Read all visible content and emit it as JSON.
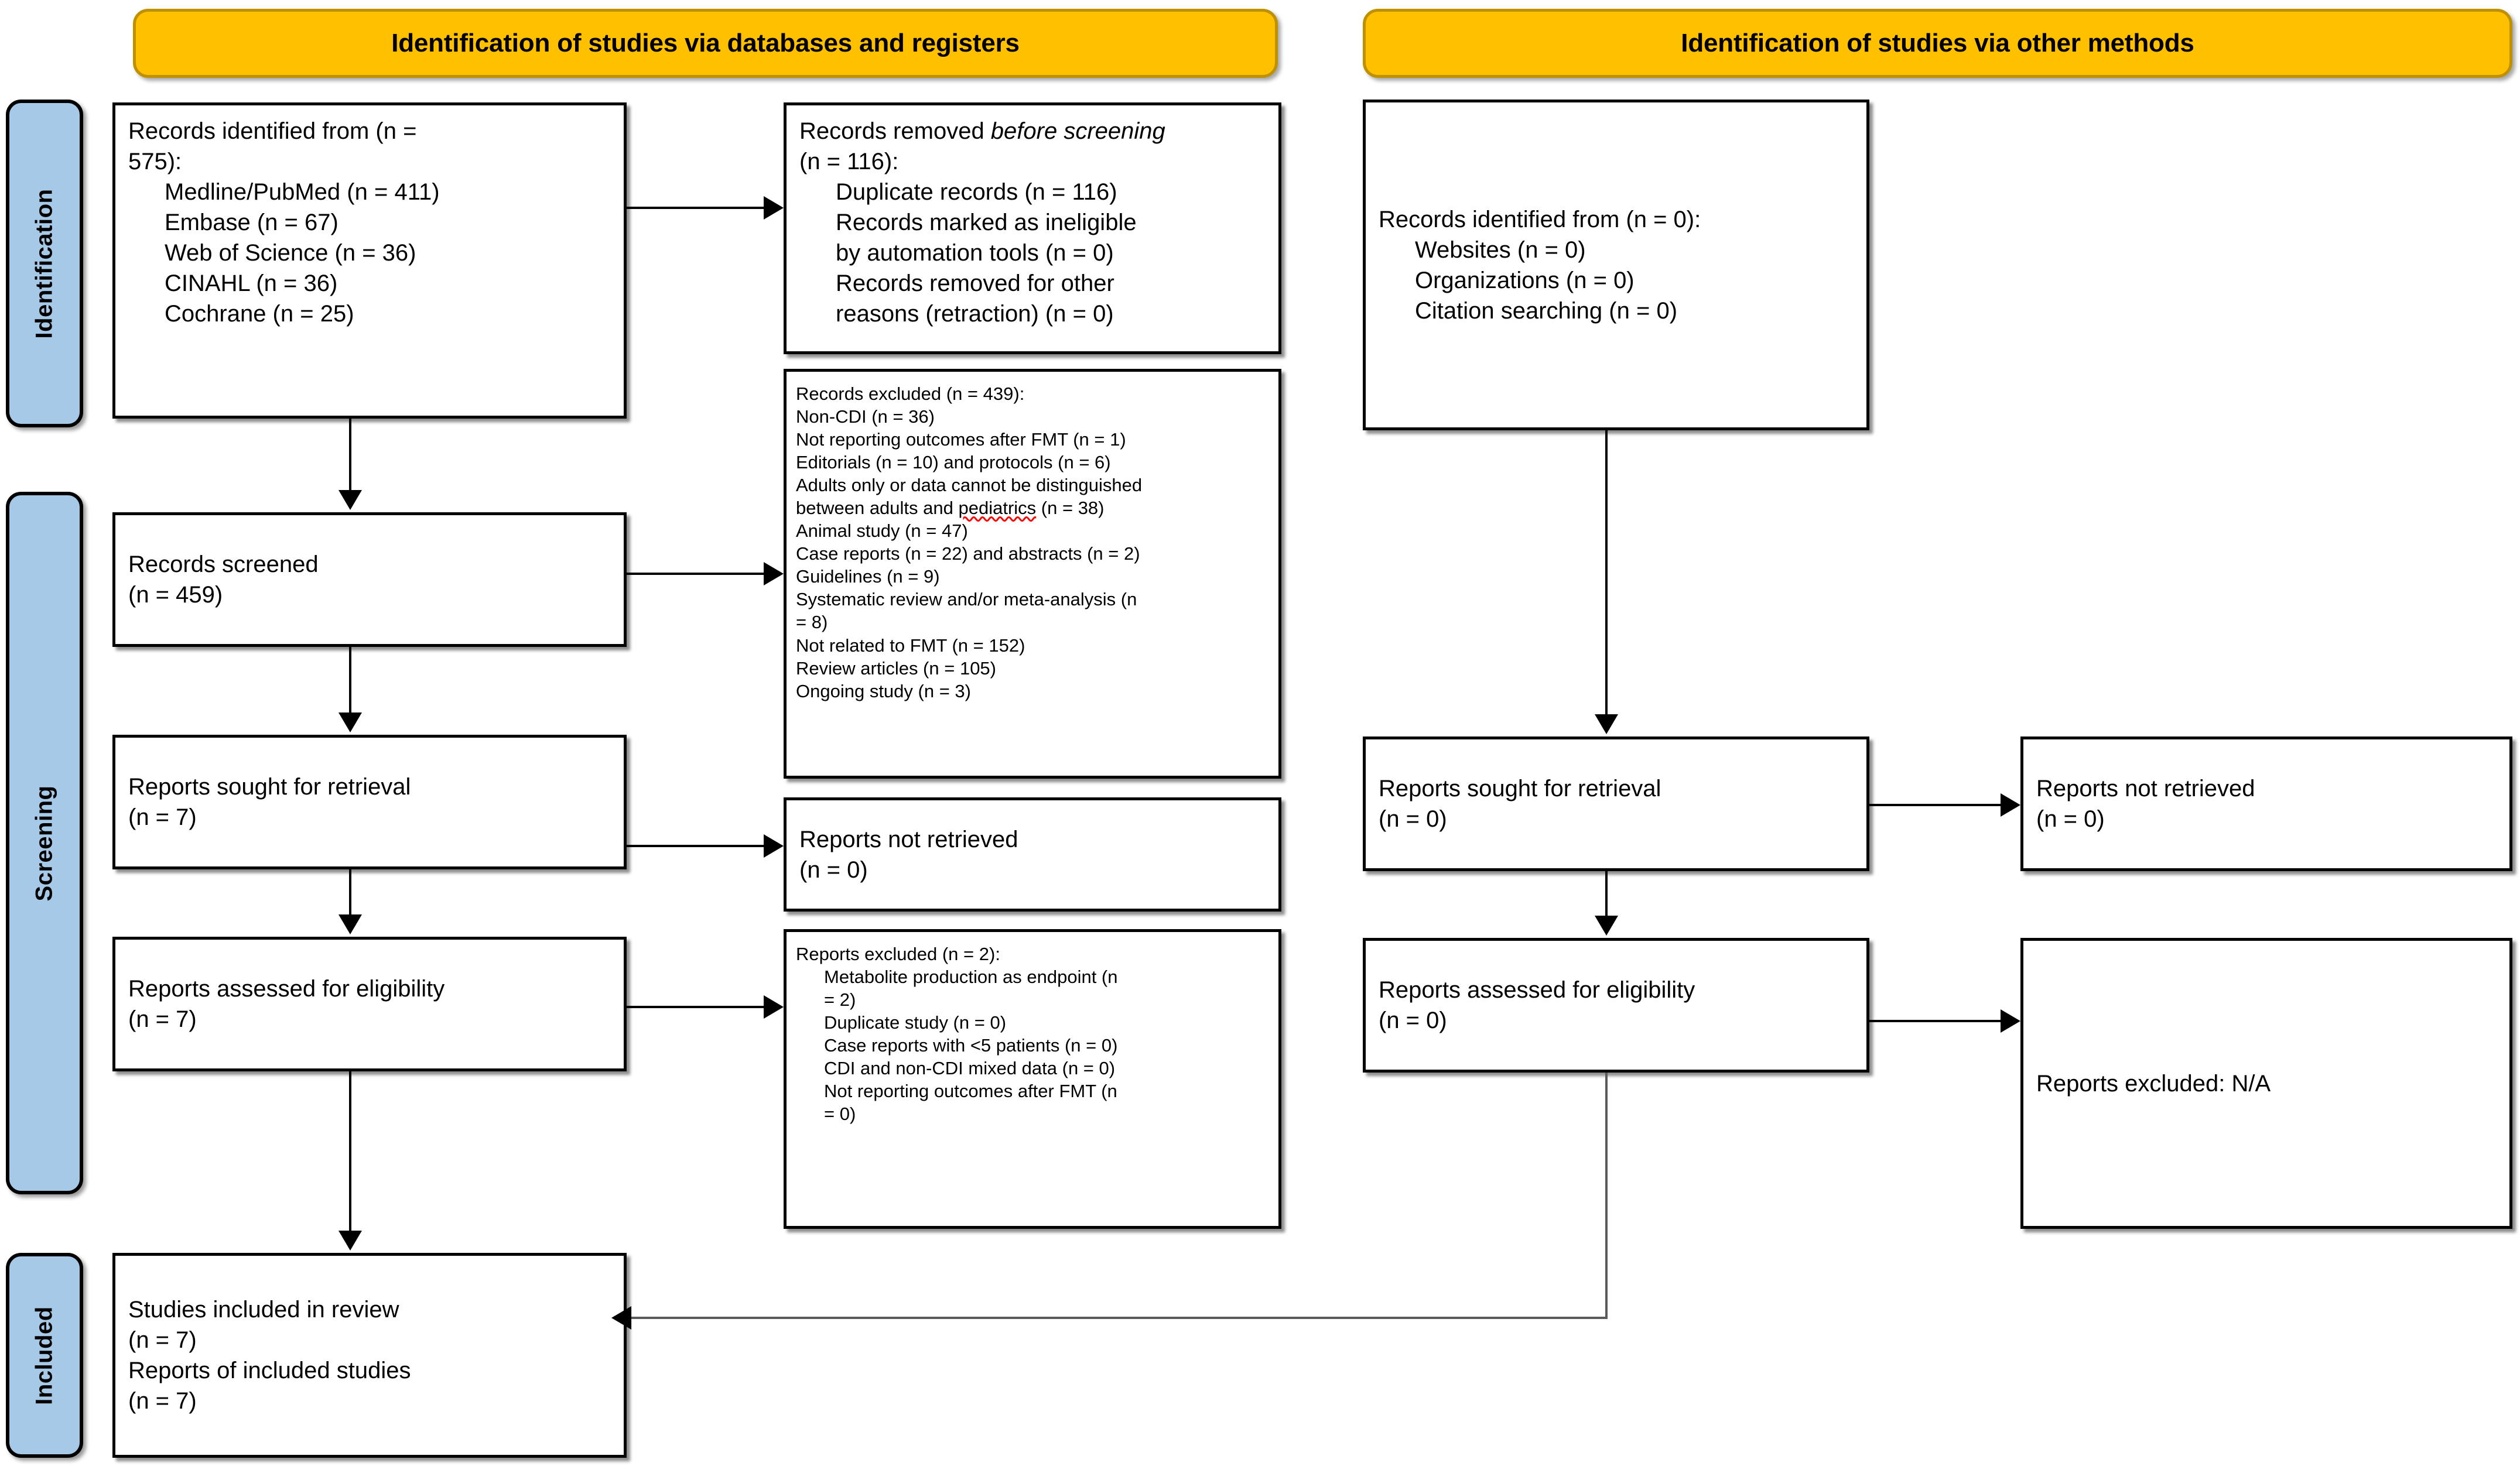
{
  "diagram": {
    "title": "PRISMA 2020 flow diagram",
    "colors": {
      "header_fill": "#FFC000",
      "header_border": "#BF9000",
      "stage_fill": "#A6C9E8",
      "box_border": "#000000",
      "spellcheck_underline": "#FF0000"
    }
  },
  "headers": {
    "databases": "Identification of studies via databases and registers",
    "other": "Identification of studies via other methods"
  },
  "stages": {
    "identification": "Identification",
    "screening": "Screening",
    "included": "Included"
  },
  "left_column": {
    "records_identified": {
      "line1": "Records identified from (n =",
      "line2": "575):",
      "sources": [
        "Medline/PubMed (n = 411)",
        "Embase (n = 67)",
        "Web of Science (n = 36)",
        "CINAHL (n = 36)",
        "Cochrane (n = 25)"
      ]
    },
    "records_screened": {
      "label": "Records screened",
      "count": "(n = 459)"
    },
    "reports_sought": {
      "label": "Reports sought for retrieval",
      "count": "(n = 7)"
    },
    "reports_assessed": {
      "label": "Reports assessed for eligibility",
      "count": "(n = 7)"
    },
    "studies_included": {
      "label1": "Studies included in review",
      "count1": "(n = 7)",
      "label2": "Reports of included studies",
      "count2": "(n = 7)"
    }
  },
  "middle_column": {
    "records_removed": {
      "title_plain": "Records removed ",
      "title_italic": "before screening",
      "count": "(n = 116):",
      "items": [
        "Duplicate records (n = 116)",
        "Records marked as ineligible",
        "by automation tools (n = 0)",
        "Records removed for other",
        "reasons (retraction) (n = 0)"
      ]
    },
    "records_excluded": {
      "title": "Records excluded (n = 439):",
      "items": [
        "Non-CDI (n = 36)",
        "Not reporting outcomes after FMT (n = 1)",
        "Editorials (n = 10) and protocols (n = 6)",
        "Adults only or data cannot be distinguished",
        "between adults and pediatrics (n = 38)",
        "Animal study (n = 47)",
        "Case reports (n = 22) and abstracts (n = 2)",
        "Guidelines (n = 9)",
        "Systematic review and/or meta-analysis (n",
        "= 8)",
        "Not related to FMT (n = 152)",
        "Review articles (n = 105)",
        "Ongoing study (n = 3)"
      ],
      "misspelled_word": "pediatrics"
    },
    "reports_not_retrieved": {
      "label": "Reports not retrieved",
      "count": "(n = 0)"
    },
    "reports_excluded": {
      "title": "Reports excluded (n = 2):",
      "items": [
        "Metabolite production as endpoint (n",
        "= 2)",
        "Duplicate study (n = 0)",
        "Case reports with <5 patients (n = 0)",
        "CDI and non-CDI mixed data (n = 0)",
        "Not reporting outcomes after FMT (n",
        "= 0)"
      ]
    }
  },
  "right_column": {
    "records_identified": {
      "title": "Records identified from (n = 0):",
      "sources": [
        "Websites (n = 0)",
        "Organizations (n = 0)",
        "Citation searching (n = 0)"
      ]
    },
    "reports_sought": {
      "label": "Reports sought for retrieval",
      "count": "(n = 0)"
    },
    "reports_assessed": {
      "label": "Reports assessed for eligibility",
      "count": "(n = 0)"
    },
    "reports_not_retrieved": {
      "label": "Reports not retrieved",
      "count": "(n = 0)"
    },
    "reports_excluded": {
      "label": "Reports excluded: N/A"
    }
  }
}
